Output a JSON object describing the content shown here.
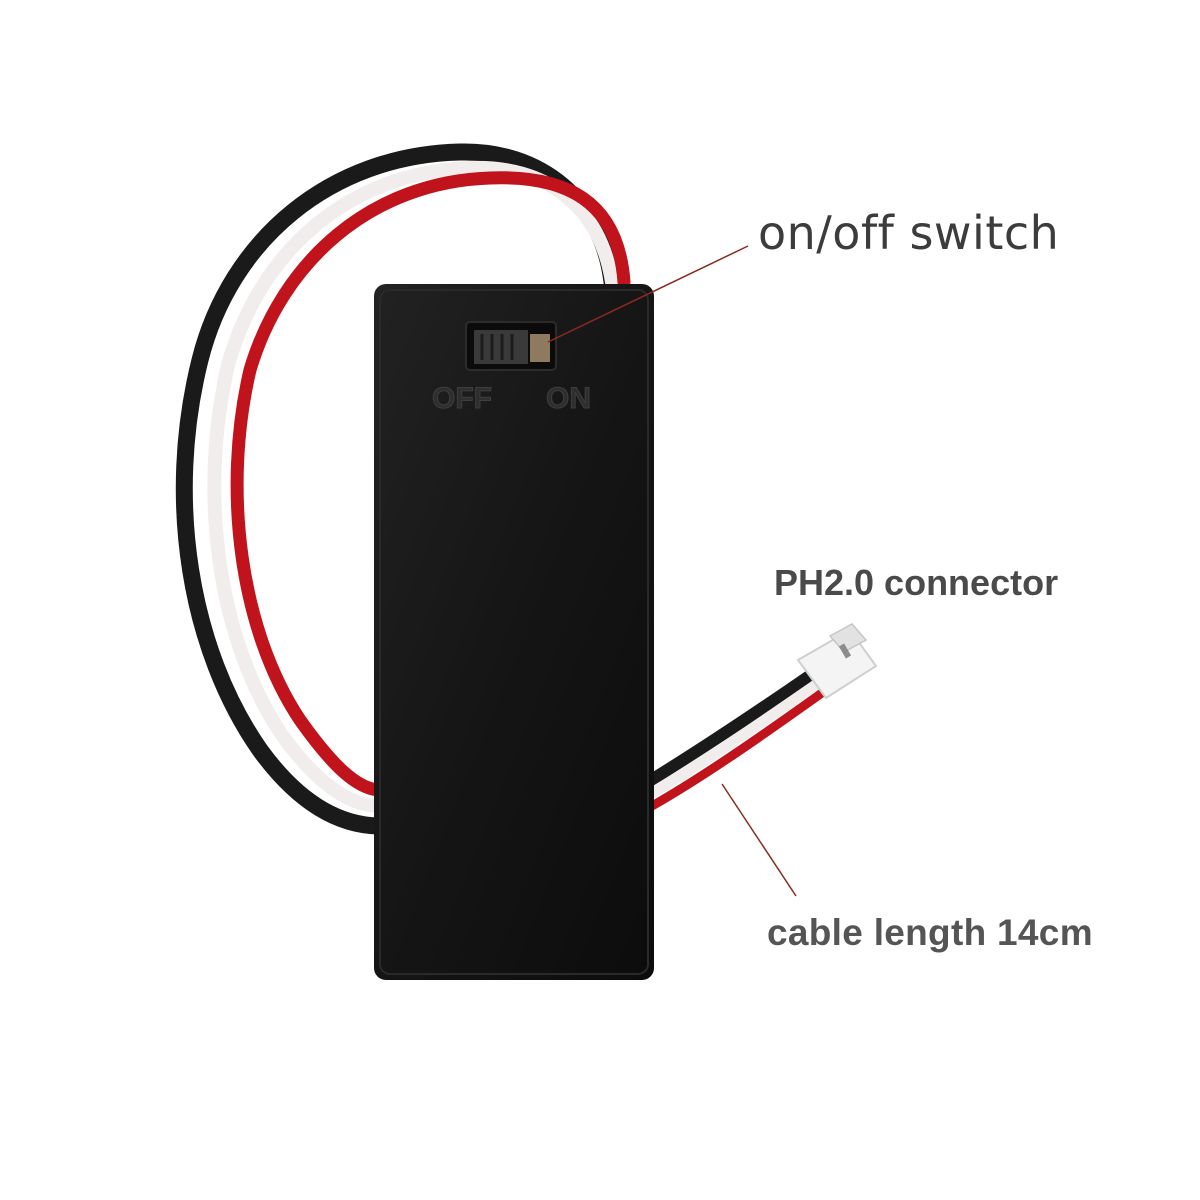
{
  "product": {
    "case_markings": {
      "off": "OFF",
      "on": "ON"
    }
  },
  "annotations": {
    "switch_label": "on/off switch",
    "connector_label": "PH2.0  connector",
    "cable_label": "cable length 14cm"
  },
  "colors": {
    "background": "#ffffff",
    "case": "#151515",
    "wire_black": "#1a1a1a",
    "wire_red": "#c0131b",
    "wire_white": "#f2eded",
    "leader_line": "#8a2a20",
    "connector": "#f4f4f4"
  }
}
